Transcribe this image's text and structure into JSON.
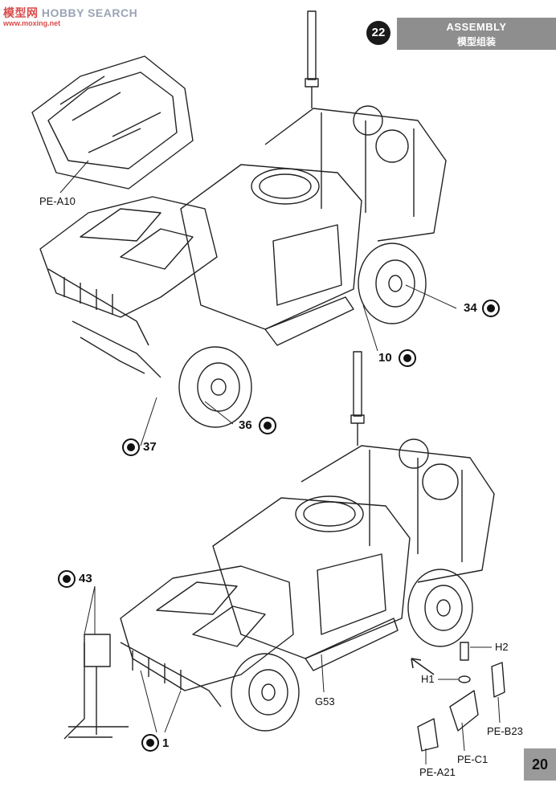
{
  "watermark": {
    "brand_cn": "模型网",
    "brand_en": "HOBBY SEARCH",
    "sub": "www.moxing.net"
  },
  "header": {
    "step_number": "22",
    "title_en": "ASSEMBLY",
    "title_cn": "模型组装"
  },
  "page_number": "20",
  "callouts_top": {
    "pe_a10": "PE-A10",
    "n34": "34",
    "n10": "10",
    "n36": "36",
    "n37": "37"
  },
  "callouts_bottom": {
    "n43": "43",
    "n1": "1",
    "g53": "G53",
    "h2": "H2",
    "h1": "H1",
    "pe_b23": "PE-B23",
    "pe_c1": "PE-C1",
    "pe_a21": "PE-A21"
  }
}
